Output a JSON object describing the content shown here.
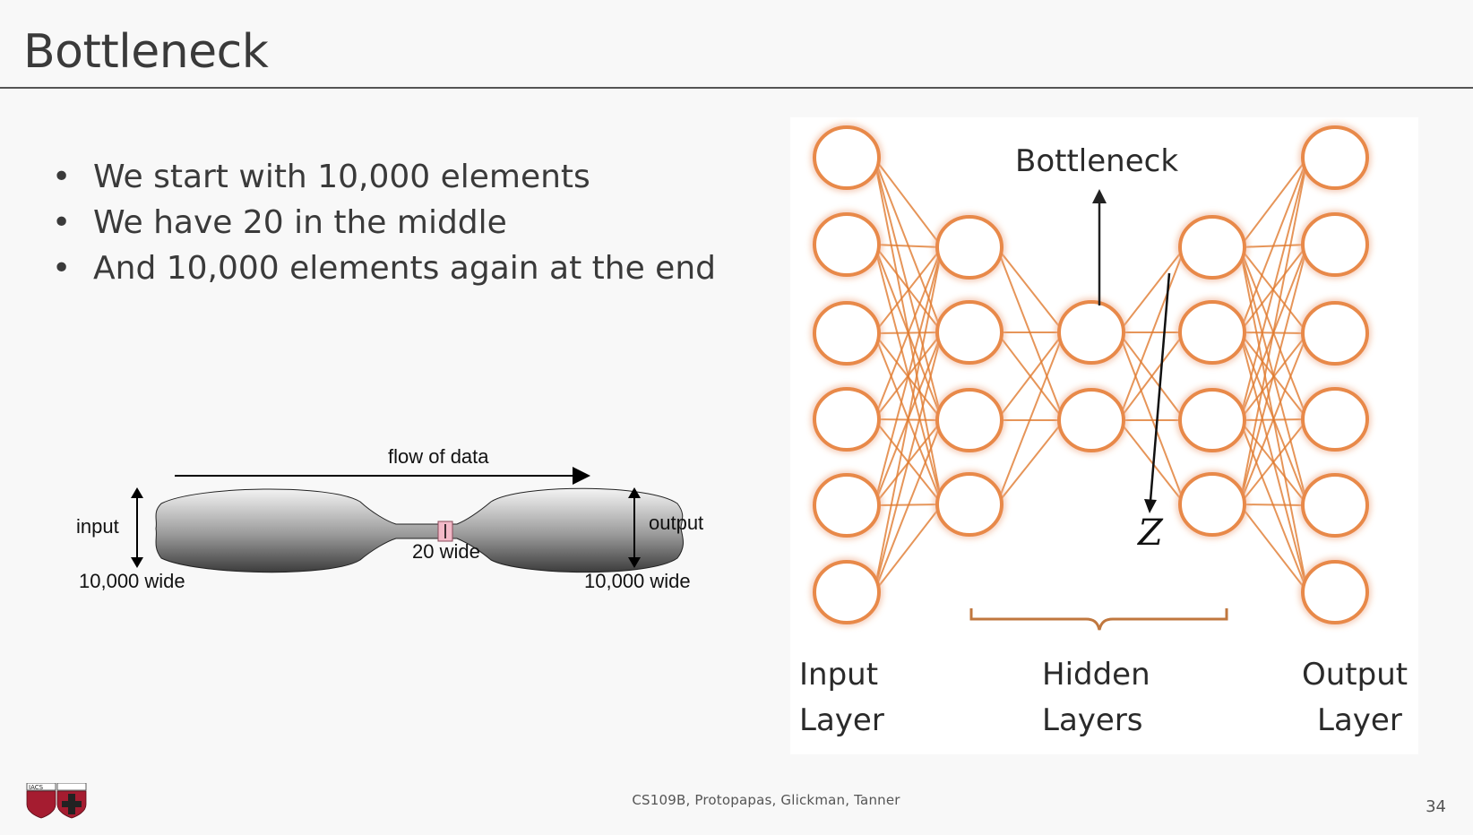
{
  "slide": {
    "title": "Bottleneck",
    "bullets": [
      "We start with  10,000 elements",
      "We have 20 in the middle",
      "And 10,000 elements again at the end"
    ],
    "page_number": "34",
    "footer": "CS109B, Protopapas, Glickman, Tanner",
    "logo_text": "IACS"
  },
  "flow_diagram": {
    "flow_label": "flow of data",
    "input_label": "input",
    "output_label": "output",
    "input_width": "10,000 wide",
    "output_width": "10,000 wide",
    "middle_width": "20 wide"
  },
  "network_diagram": {
    "bottleneck_label": "Bottleneck",
    "latent_label": "Z",
    "input_label_1": "Input",
    "input_label_2": "Layer",
    "hidden_label_1": "Hidden",
    "hidden_label_2": "Layers",
    "output_label_1": "Output",
    "output_label_2": "Layer",
    "layer_sizes": [
      6,
      4,
      2,
      4,
      6
    ],
    "node_color": "#e8894a",
    "edge_color": "#e07a30"
  }
}
